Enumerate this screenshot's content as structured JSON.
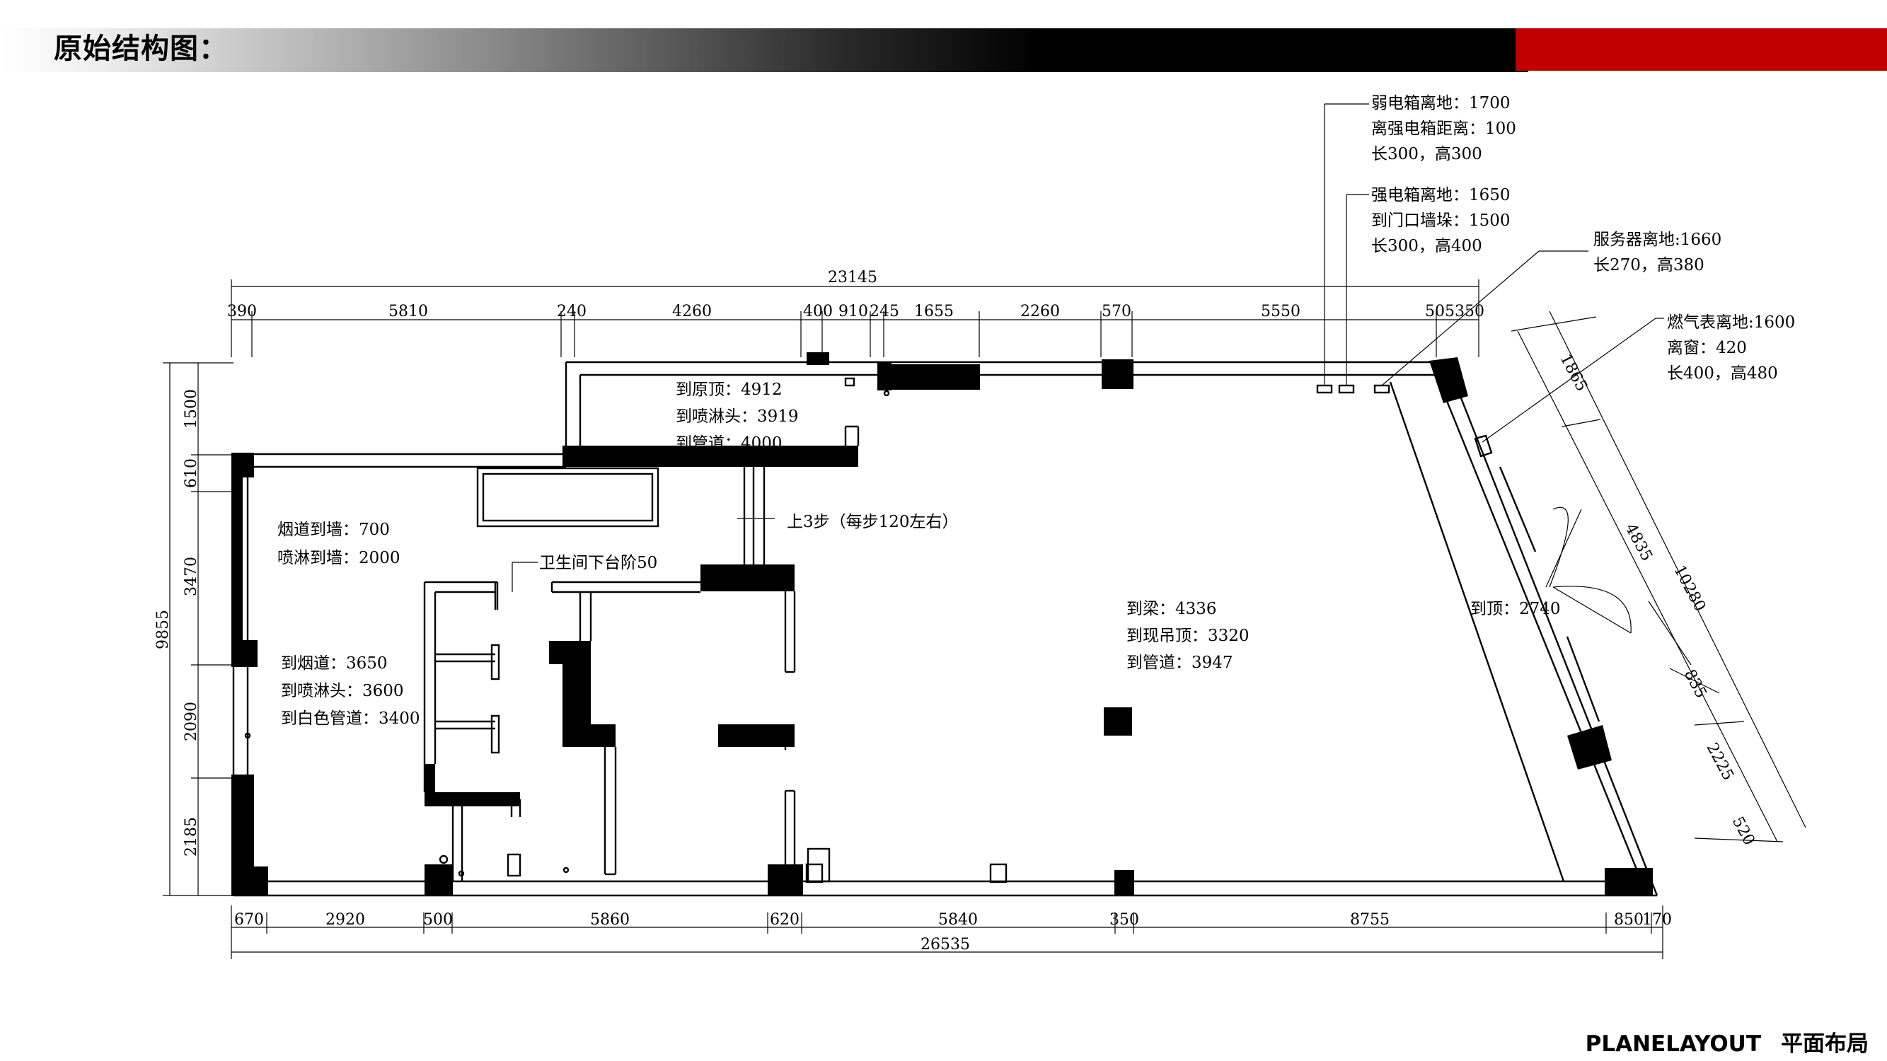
{
  "header": {
    "title": "原始结构图：",
    "footer_en": "PLANELAYOUT",
    "footer_cn": "平面布局",
    "accent_color": "#c00000"
  },
  "dimensions": {
    "top_total": "23145",
    "top_segments": [
      "390",
      "5810",
      "240",
      "4260",
      "400",
      "910",
      "245",
      "1655",
      "2260",
      "570",
      "5550",
      "505350"
    ],
    "bottom_total": "26535",
    "bottom_segments": [
      "670",
      "2920",
      "500",
      "5860",
      "620",
      "5840",
      "350",
      "8755",
      "850",
      "170"
    ],
    "left_total": "9855",
    "left_segments": [
      "1500",
      "610",
      "3470",
      "2090",
      "2185"
    ],
    "right_total": "10280",
    "right_segments": [
      "1865",
      "4835",
      "835",
      "2225",
      "520"
    ]
  },
  "notes": {
    "weak_box": [
      "弱电箱离地：1700",
      "离强电箱距离：100",
      "长300，高300"
    ],
    "strong_box": [
      "强电箱离地：1650",
      "到门口墙垛：1500",
      "长300，高400"
    ],
    "server": [
      "服务器离地:1660",
      "长270，高380"
    ],
    "gas_meter": [
      "燃气表离地:1600",
      "离窗：420",
      "长400，高480"
    ],
    "top_room": [
      "到原顶：4912",
      "到喷淋头：3919",
      "到管道：4000"
    ],
    "stairs": "上3步（每步120左右）",
    "flue_left": [
      "烟道到墙：700",
      "喷淋到墙：2000"
    ],
    "toilet_step": "卫生间下台阶50",
    "left_heights": [
      "到烟道：3650",
      "到喷淋头：3600",
      "到白色管道：3400"
    ],
    "main_hall": [
      "到梁：4336",
      "到现吊顶：3320",
      "到管道：3947"
    ],
    "right_top": "到顶：2740"
  }
}
